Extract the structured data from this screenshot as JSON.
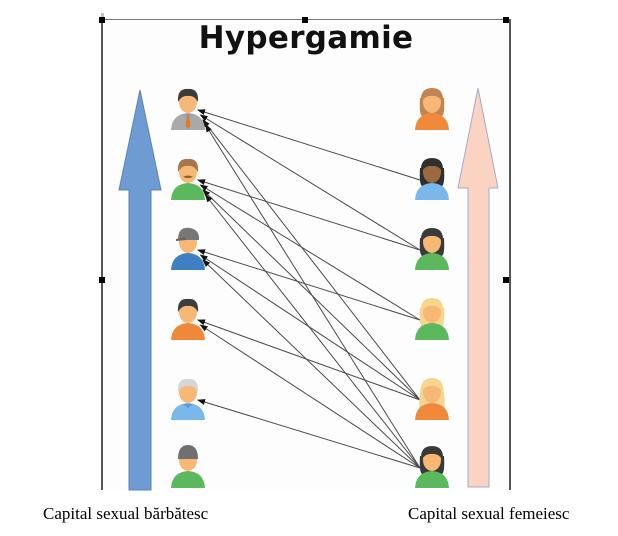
{
  "title": "Hypergamie",
  "labels": {
    "left": "Capital sexual bărbătesc",
    "right": "Capital sexual femeiesc"
  },
  "colors": {
    "male_arrow": "#6f9bd3",
    "male_arrow_stroke": "#5a82b8",
    "female_arrow": "#fbd3c3",
    "female_arrow_stroke": "#a7a9c9",
    "connector": "#4a4a4a"
  },
  "men": [
    {
      "id": "m1",
      "rank": 1,
      "icon": "businessman-icon",
      "hair": "#3d3d3d",
      "shirt": "#a9a9a9",
      "skin": "#f6b874",
      "accessory": "tie"
    },
    {
      "id": "m2",
      "rank": 2,
      "icon": "mustache-man-icon",
      "hair": "#a8754a",
      "shirt": "#5cb85c",
      "skin": "#f6b874",
      "accessory": "mustache"
    },
    {
      "id": "m3",
      "rank": 3,
      "icon": "cap-man-icon",
      "hair": "#7a5a3a",
      "shirt": "#3f7fc4",
      "skin": "#f6b874",
      "accessory": "cap"
    },
    {
      "id": "m4",
      "rank": 4,
      "icon": "man-orange-icon",
      "hair": "#3d3d3d",
      "shirt": "#f0883a",
      "skin": "#f6b874",
      "accessory": "none"
    },
    {
      "id": "m5",
      "rank": 5,
      "icon": "elder-man-icon",
      "hair": "#d6d6d6",
      "shirt": "#7ab8ec",
      "skin": "#f6b874",
      "accessory": "collar"
    },
    {
      "id": "m6",
      "rank": 6,
      "icon": "beanie-man-icon",
      "hair": "#707070",
      "shirt": "#5cb85c",
      "skin": "#f6b874",
      "accessory": "beanie"
    }
  ],
  "women": [
    {
      "id": "w1",
      "rank": 1,
      "icon": "brown-hair-woman-icon",
      "hair": "#c08553",
      "shirt": "#f08a3a",
      "skin": "#f6b874"
    },
    {
      "id": "w2",
      "rank": 2,
      "icon": "dark-woman-icon",
      "hair": "#2f2f2f",
      "shirt": "#7ab8ec",
      "skin": "#9a6a3e"
    },
    {
      "id": "w3",
      "rank": 3,
      "icon": "short-hair-woman-icon",
      "hair": "#3a3a3a",
      "shirt": "#5cb85c",
      "skin": "#f6b874"
    },
    {
      "id": "w4",
      "rank": 4,
      "icon": "blonde-short-woman-icon",
      "hair": "#f6d58c",
      "shirt": "#5cb85c",
      "skin": "#f6b874"
    },
    {
      "id": "w5",
      "rank": 5,
      "icon": "blonde-long-woman-icon",
      "hair": "#f4d690",
      "shirt": "#f08a3a",
      "skin": "#f6b874"
    },
    {
      "id": "w6",
      "rank": 6,
      "icon": "bob-hair-woman-icon",
      "hair": "#3a3a3a",
      "shirt": "#5cb85c",
      "skin": "#f6b874"
    }
  ],
  "connections": [
    {
      "from": "w2",
      "to": "m1"
    },
    {
      "from": "w3",
      "to": "m1"
    },
    {
      "from": "w5",
      "to": "m1"
    },
    {
      "from": "w6",
      "to": "m1"
    },
    {
      "from": "w3",
      "to": "m2"
    },
    {
      "from": "w4",
      "to": "m2"
    },
    {
      "from": "w5",
      "to": "m2"
    },
    {
      "from": "w6",
      "to": "m2"
    },
    {
      "from": "w4",
      "to": "m3"
    },
    {
      "from": "w5",
      "to": "m3"
    },
    {
      "from": "w6",
      "to": "m3"
    },
    {
      "from": "w5",
      "to": "m4"
    },
    {
      "from": "w6",
      "to": "m4"
    },
    {
      "from": "w6",
      "to": "m5"
    }
  ]
}
